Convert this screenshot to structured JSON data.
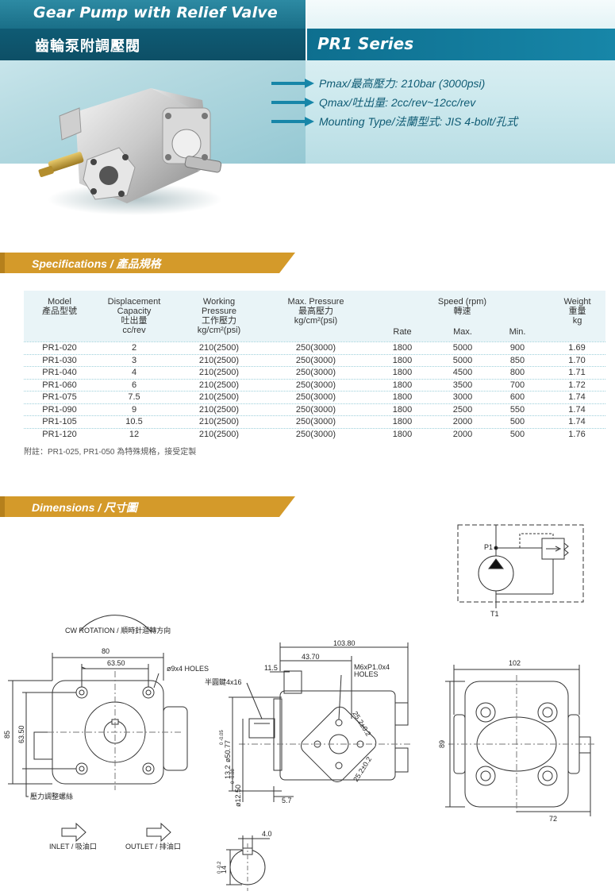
{
  "header": {
    "title_en": "Gear Pump with Relief Valve",
    "title_zh": "齒輪泵附調壓閥",
    "series": "PR1 Series",
    "specs": [
      "Pmax/最高壓力: 210bar (3000psi)",
      "Qmax/吐出量: 2cc/rev~12cc/rev",
      "Mounting Type/法蘭型式: JIS 4-bolt/孔式"
    ],
    "accent_color": "#0f5b74",
    "banner_color": "#d49a2a"
  },
  "specifications": {
    "heading": "Specifications / 產品規格",
    "columns": {
      "model": [
        "Model",
        "產品型號"
      ],
      "displacement": [
        "Displacement",
        "Capacity",
        "吐出量",
        "cc/rev"
      ],
      "working": [
        "Working",
        "Pressure",
        "工作壓力",
        "kg/cm²(psi)"
      ],
      "max": [
        "Max. Pressure",
        "最高壓力",
        "kg/cm²(psi)"
      ],
      "speed": [
        "Speed (rpm)",
        "轉速"
      ],
      "speed_sub": [
        "Rate",
        "Max.",
        "Min."
      ],
      "weight": [
        "Weight",
        "重量",
        "kg"
      ]
    },
    "rows": [
      [
        "PR1-020",
        "2",
        "210(2500)",
        "250(3000)",
        "1800",
        "5000",
        "900",
        "1.69"
      ],
      [
        "PR1-030",
        "3",
        "210(2500)",
        "250(3000)",
        "1800",
        "5000",
        "850",
        "1.70"
      ],
      [
        "PR1-040",
        "4",
        "210(2500)",
        "250(3000)",
        "1800",
        "4500",
        "800",
        "1.71"
      ],
      [
        "PR1-060",
        "6",
        "210(2500)",
        "250(3000)",
        "1800",
        "3500",
        "700",
        "1.72"
      ],
      [
        "PR1-075",
        "7.5",
        "210(2500)",
        "250(3000)",
        "1800",
        "3000",
        "600",
        "1.74"
      ],
      [
        "PR1-090",
        "9",
        "210(2500)",
        "250(3000)",
        "1800",
        "2500",
        "550",
        "1.74"
      ],
      [
        "PR1-105",
        "10.5",
        "210(2500)",
        "250(3000)",
        "1800",
        "2000",
        "500",
        "1.74"
      ],
      [
        "PR1-120",
        "12",
        "210(2500)",
        "250(3000)",
        "1800",
        "2000",
        "500",
        "1.76"
      ]
    ],
    "note": "附註：PR1-025, PR1-050 為特殊規格，接受定製"
  },
  "dimensions": {
    "heading": "Dimensions / 尺寸圖",
    "circuit": {
      "p1": "P1",
      "t1": "T1"
    },
    "front": {
      "rotation": "CW ROTATION / 順時針迴轉方向",
      "d80": "80",
      "d6350": "63.50",
      "holes": "ø9x4 HOLES",
      "d85": "85",
      "d6350v": "63.50",
      "adjust": "壓力調整螺絲",
      "inlet": "INLET / 吸油口",
      "outlet": "OUTLET / 排油口"
    },
    "side": {
      "d10380": "103.80",
      "d4370": "43.70",
      "d115": "11.5",
      "m6": "M6xP1.0x4",
      "m6b": "HOLES",
      "key": "半圓鍵4x16",
      "d5077": "ø50.77",
      "tol1": "0 -0.05",
      "d132": "13.2",
      "d1250": "ø12.50",
      "tol2": "0 -0.08",
      "d57": "5.7",
      "d252a": "25.2±0.2",
      "d252b": "25.2±0.2"
    },
    "rear": {
      "d102": "102",
      "d89": "89",
      "d72": "72"
    },
    "key": {
      "d40": "4.0",
      "d14": "14",
      "tol": "0 -0.2"
    }
  }
}
